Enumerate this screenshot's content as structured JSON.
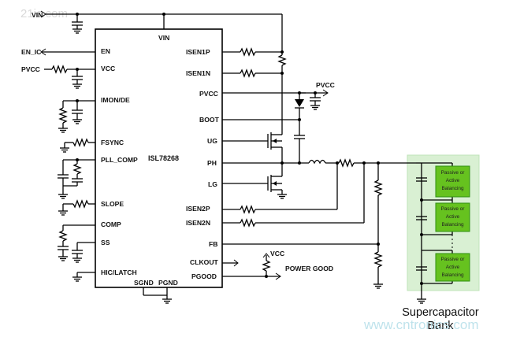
{
  "chip": {
    "name": "ISL78268",
    "top_pin": "VIN",
    "left_pins": [
      "EN",
      "VCC",
      "IMON/DE",
      "FSYNC",
      "PLL_COMP",
      "SLOPE",
      "COMP",
      "SS",
      "HIC/LATCH"
    ],
    "right_pins": [
      "ISEN1P",
      "ISEN1N",
      "PVCC",
      "BOOT",
      "UG",
      "PH",
      "LG",
      "ISEN2P",
      "ISEN2N",
      "FB",
      "CLKOUT",
      "PGOOD"
    ],
    "bottom_pins": [
      "SGND",
      "PGND"
    ]
  },
  "external_labels": {
    "vin": "VIN",
    "en_ic": "EN_IC",
    "pvcc_left": "PVCC",
    "pvcc_right": "PVCC",
    "vcc": "VCC",
    "power_good": "POWER GOOD"
  },
  "balancing_blocks": [
    {
      "line1": "Passive or",
      "line2": "Active",
      "line3": "Balancing"
    },
    {
      "line1": "Passive or",
      "line2": "Active",
      "line3": "Balancing"
    },
    {
      "line1": "Passive or",
      "line2": "Active",
      "line3": "Balancing"
    }
  ],
  "bank_label": {
    "line1": "Supercapacitor",
    "line2": "Bank"
  },
  "watermarks": {
    "top_left": "21ic.com",
    "bottom_right": "www.cntronics.com"
  },
  "colors": {
    "bank_fill": "#d9f0d3",
    "bank_border": "#bfe3b8",
    "block_fill": "#66c21f",
    "block_border": "#2f8f10",
    "watermark": "#bfe3ec"
  }
}
